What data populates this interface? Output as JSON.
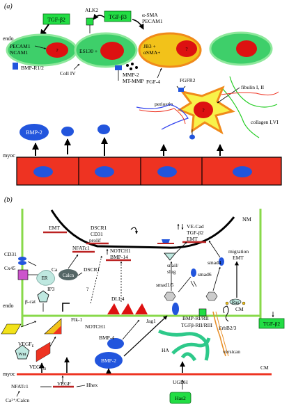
{
  "panel_a": {
    "label": "(a)",
    "side_labels": {
      "endo": "endo",
      "myoc": "myoc"
    },
    "boxes": {
      "tgfb2": "TGF-β2",
      "tgfb3": "TGF-β3"
    },
    "texts": {
      "alk2": "ALK2",
      "asma": "α-SMA",
      "pecam1_right": "PECAM1",
      "pecam1_left": "PECAM1",
      "ncam1": "NCAM1",
      "es130": "ES130 +",
      "jb3_1": "JB3 +",
      "jb3_2": "αSMA+",
      "q1": "?",
      "q2": "?",
      "q3": "?",
      "bmpr": "BMP-R1/2",
      "coll4": "Coll IV",
      "mmp2": "MMP-2",
      "mtmmp": "MT-MMP",
      "fgf4": "FGF-4",
      "fgfr2": "FGFR2",
      "fibulin": "fibulin I, II",
      "periostin": "periostin",
      "collagen": "collagen I,VI",
      "bmp2": "BMP-2"
    }
  },
  "panel_b": {
    "label": "(b)",
    "side_labels": {
      "endo": "endo",
      "myoc": "myoc",
      "nm": "NM",
      "cm": "CM",
      "cm2": "CM"
    },
    "boxes": {
      "tgfb2": "TGF-β2",
      "has2": "Has2"
    },
    "texts": {
      "emt_tl": "EMT",
      "dscr1_top": "DSCR1",
      "cd31_top": "CD31",
      "prolif": "prolif",
      "vecad": "VE-Cad",
      "tgfb2_top": "TGF-β2",
      "emt_tr": "EMT",
      "nfatc1": "NFATc1",
      "notch1_top": "NOTCH1",
      "bmp14": "BMP-14",
      "cd31_left": "CD31",
      "cx45": "Cx45",
      "ca": "Ca",
      "calcn": "Calcn",
      "dscr1_mid": "DSCR1",
      "er": "ER",
      "ip3": "IP3",
      "bcat": "β-cat",
      "flk1": "Flk-1",
      "q": "?",
      "dll4": "DLL4",
      "notch1": "NOTCH1",
      "jag1": "Jag1",
      "bmp4": "BMP-4",
      "snail": "snail/",
      "slug": "slug",
      "smad15": "smad1/5",
      "smad6": "smad6",
      "smad4": "smad4",
      "bmprii": "BMP-RI/RII",
      "tgfbr": "TGFβ-RII/RIII",
      "ras": "Ras",
      "erbb": "ErbB2/3",
      "migration": "migration",
      "emt_right": "EMT",
      "vegfe": "VEGF",
      "vegfe_sub": "E",
      "vegfm": "VEGF",
      "vegfm_sub": "M",
      "wnt": "Wnt",
      "bmp2": "BMP-2",
      "ha": "HA",
      "versican": "versican",
      "nfatc1_b": "NFATc1",
      "vegf_b": "VEGF",
      "hhex": "Hhex",
      "ca_calcn": "Ca²⁺/Calcn",
      "ugdh": "UGDH"
    }
  },
  "colors": {
    "endothelial_fill": "#3ecf6a",
    "cell_border": "#8ee89c",
    "nucleus": "#dd1111",
    "jb3_border": "#f08a1a",
    "jb3_fill": "#f2c21a",
    "mesenchyme_fill": "#f8f24a",
    "mesenchyme_border": "#f08a1a",
    "receptor_blue": "#2255dd",
    "signal_box": "#22dd44",
    "myocardium": "#ee3322",
    "membrane": "#88d94a",
    "inhibitor": "#bb2222",
    "ha_fiber": "#2ec98a",
    "versican": "#e8902a",
    "cx45": "#cc55cc",
    "er": "#bfe8e0",
    "calcn": "#556666"
  }
}
